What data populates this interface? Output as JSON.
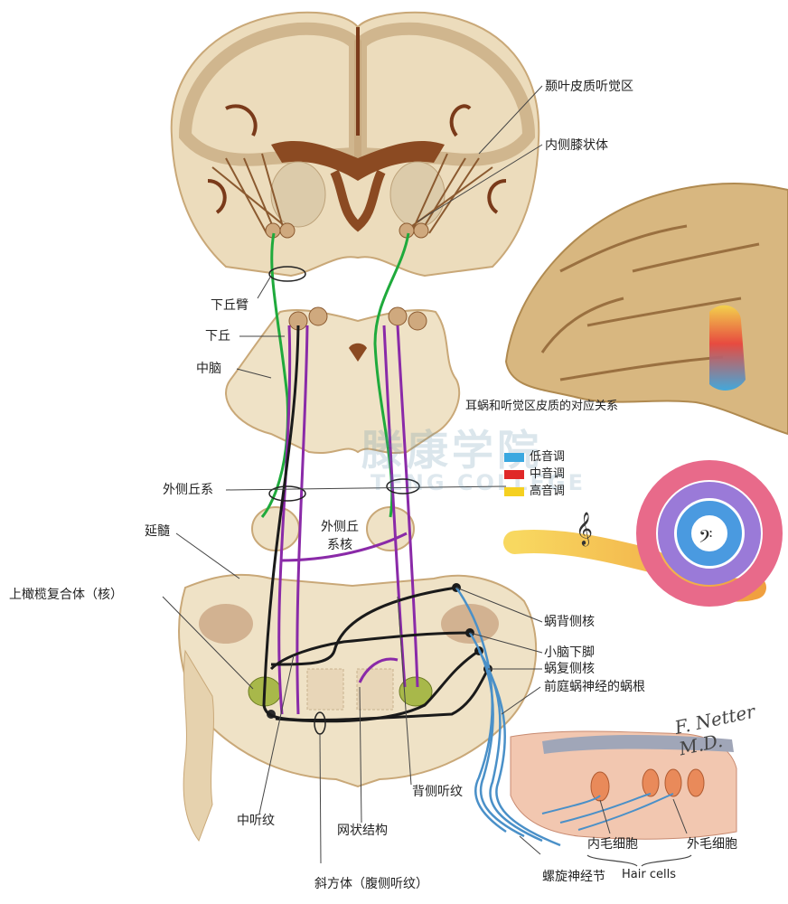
{
  "labels": {
    "temporal_auditory_cortex": "颞叶皮质听觉区",
    "medial_geniculate": "内侧膝状体",
    "brachium_inferior_colliculus": "下丘臂",
    "inferior_colliculus": "下丘",
    "midbrain": "中脑",
    "cochlea_cortex_tonotopy": "耳蜗和听觉区皮质的对应关系",
    "lateral_lemniscus": "外侧丘系",
    "nucleus_lateral_lemniscus_line1": "外侧丘",
    "nucleus_lateral_lemniscus_line2": "系核",
    "medulla": "延髓",
    "superior_olivary_complex": "上橄榄复合体（核）",
    "dorsal_cochlear_nucleus": "蜗背侧核",
    "inferior_cerebellar_peduncle": "小脑下脚",
    "ventral_cochlear_nucleus": "蜗复侧核",
    "cochlear_root": "前庭蜗神经的蜗根",
    "dorsal_acoustic_stria": "背侧听纹",
    "intermediate_acoustic_stria": "中听纹",
    "reticular_formation": "网状结构",
    "trapezoid_body": "斜方体（腹侧听纹）",
    "inner_hair_cells": "内毛细胞",
    "outer_hair_cells": "外毛细胞",
    "hair_cells": "Hair cells",
    "spiral_ganglion": "螺旋神经节"
  },
  "legend": [
    {
      "label": "低音调",
      "color": "#3aa8e0"
    },
    {
      "label": "中音调",
      "color": "#e02828"
    },
    {
      "label": "高音调",
      "color": "#f5d020"
    }
  ],
  "watermark": {
    "main": "滕康学院",
    "sub": "TENG COLLEGE"
  },
  "signature": "F. Netter M.D.",
  "colors": {
    "tissue": "#efe0c2",
    "cortex": "#d9c19a",
    "pathway_green": "#1faa3c",
    "pathway_purple": "#8a2aa8",
    "pathway_black": "#1a1a1a",
    "pathway_blue": "#4a90c8"
  }
}
